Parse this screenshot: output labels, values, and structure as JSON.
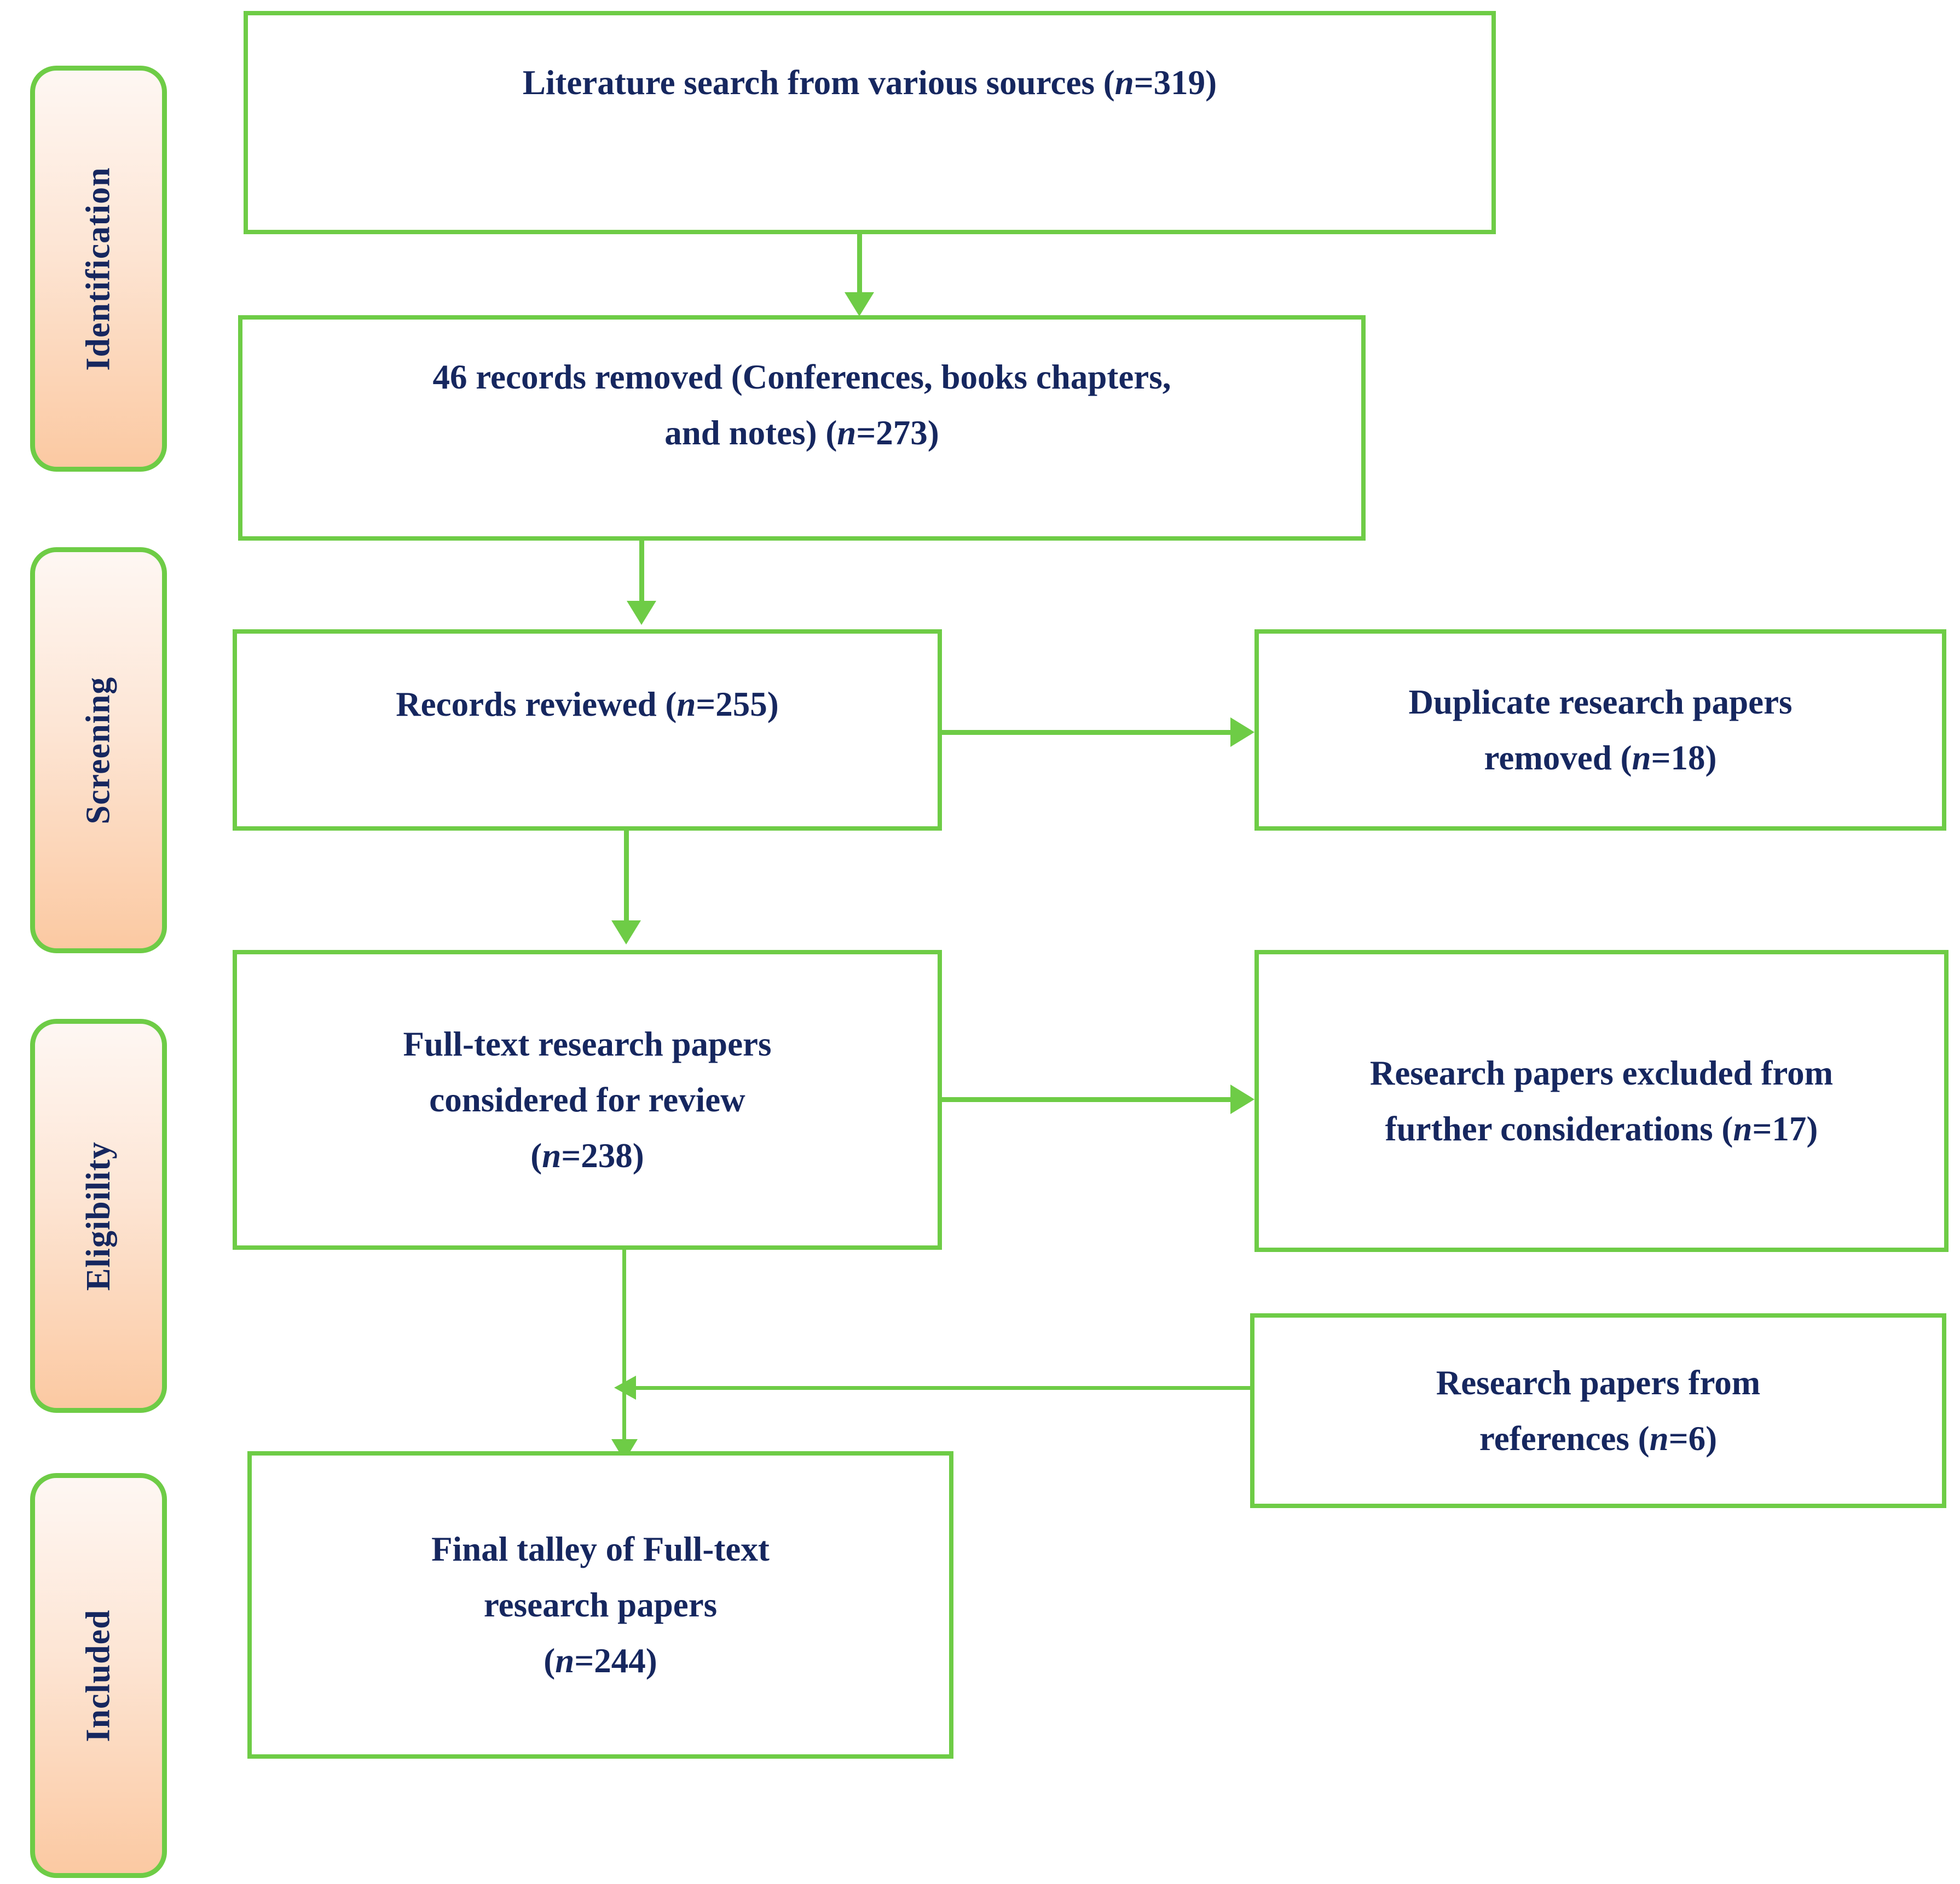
{
  "diagram": {
    "type": "prisma-flow-diagram",
    "accent_color": "#6ECC46",
    "text_color": "#16275F",
    "stage_fill_top": "#FEF7F3",
    "stage_fill_bottom": "#FBC9A2"
  },
  "stages": [
    {
      "id": "identification",
      "label": "Identification"
    },
    {
      "id": "screening",
      "label": "Screening"
    },
    {
      "id": "eligibility",
      "label": "Eligibility"
    },
    {
      "id": "included",
      "label": "Included"
    }
  ],
  "nodes": {
    "literature_search": {
      "line1": "Literature search from various sources (",
      "n_italic": "n",
      "line1_end": "=319)"
    },
    "records_removed": {
      "line1": "46 records removed (Conferences, books chapters,",
      "line2_pre": "and notes) (",
      "n_italic": "n",
      "line2_end": "=273)"
    },
    "records_reviewed": {
      "line1_pre": "Records reviewed (",
      "n_italic": "n",
      "line1_end": "=255)"
    },
    "duplicates_removed": {
      "line1": "Duplicate research papers",
      "line2_pre": "removed (",
      "n_italic": "n",
      "line2_end": "=18)"
    },
    "fulltext_considered": {
      "line1": "Full-text research papers",
      "line2": "considered for review",
      "line3_pre": "(",
      "n_italic": "n",
      "line3_end": "=238)"
    },
    "papers_excluded": {
      "line1": "Research papers excluded from",
      "line2_pre": "further considerations (",
      "n_italic": "n",
      "line2_end": "=17)"
    },
    "papers_from_references": {
      "line1": "Research papers from",
      "line2_pre": "references (",
      "n_italic": "n",
      "line2_end": "=6)"
    },
    "final_tally": {
      "line1": "Final talley of Full-text",
      "line2": "research papers",
      "line3_pre": "(",
      "n_italic": "n",
      "line3_end": "=244)"
    }
  },
  "counts": {
    "literature_search": 319,
    "records_after_removal": 273,
    "records_removed": 46,
    "records_reviewed": 255,
    "duplicates_removed": 18,
    "fulltext_considered": 238,
    "papers_excluded": 17,
    "papers_from_references": 6,
    "final_tally": 244
  }
}
